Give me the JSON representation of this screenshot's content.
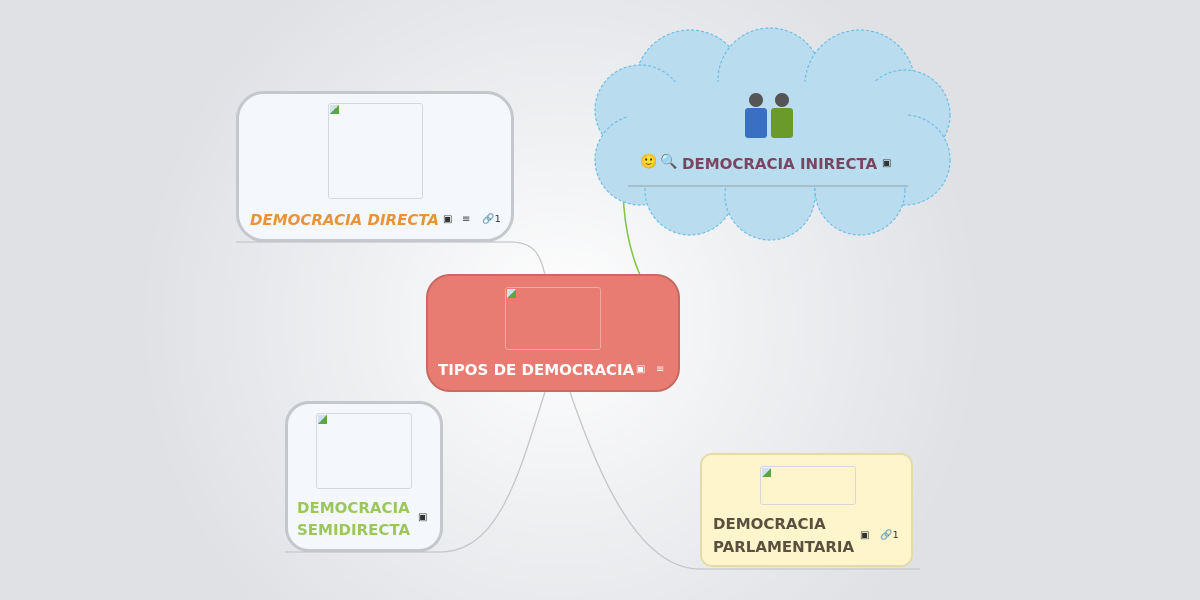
{
  "central": {
    "title": "TIPOS DE DEMOCRACIA",
    "icons": [
      "image-icon",
      "notes-icon"
    ]
  },
  "topics": [
    {
      "title": "DEMOCRACIA DIRECTA",
      "color": "#e8923a",
      "icons": [
        "image-icon",
        "notes-icon",
        "link-icon"
      ],
      "link_count": "1"
    },
    {
      "title": "DEMOCRACIA INIRECTA",
      "color": "#7a4560",
      "icons": [
        "smiley-icon",
        "magnifier-icon",
        "users-icon",
        "image-icon"
      ]
    },
    {
      "title_line1": "DEMOCRACIA",
      "title_line2": "SEMIDIRECTA",
      "color": "#9cc65a",
      "icons": [
        "image-icon"
      ]
    },
    {
      "title_line1": "DEMOCRACIA",
      "title_line2": "PARLAMENTARIA",
      "color": "#5a5040",
      "icons": [
        "image-icon",
        "link-icon"
      ],
      "link_count": "1"
    }
  ]
}
